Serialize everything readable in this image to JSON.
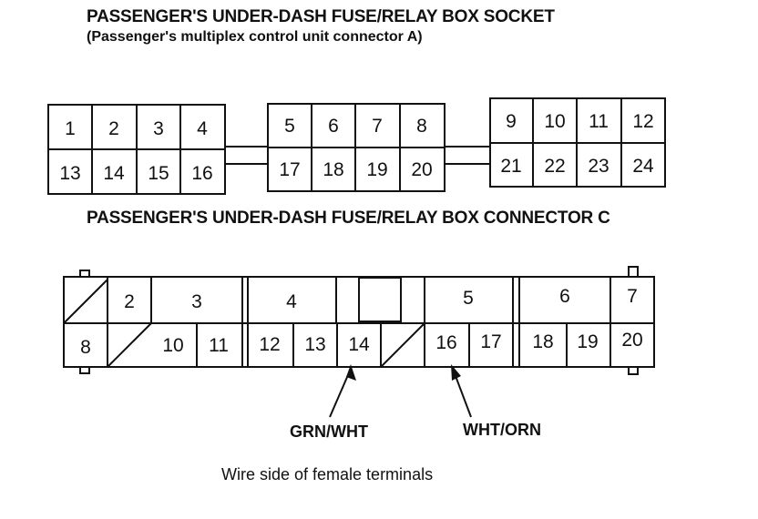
{
  "socket": {
    "title": "PASSENGER'S UNDER-DASH FUSE/RELAY BOX SOCKET",
    "subtitle": "(Passenger's multiplex control unit connector A)",
    "block1_top": [
      "1",
      "2",
      "3",
      "4"
    ],
    "block1_bottom": [
      "13",
      "14",
      "15",
      "16"
    ],
    "block2_top": [
      "5",
      "6",
      "7",
      "8"
    ],
    "block2_bottom": [
      "17",
      "18",
      "19",
      "20"
    ],
    "block3_top": [
      "9",
      "10",
      "11",
      "12"
    ],
    "block3_bottom": [
      "21",
      "22",
      "23",
      "24"
    ]
  },
  "connector": {
    "title": "PASSENGER'S UNDER-DASH FUSE/RELAY BOX CONNECTOR C",
    "top": [
      "2",
      "3",
      "4",
      "5",
      "6",
      "7"
    ],
    "bottom": [
      "8",
      "10",
      "11",
      "12",
      "13",
      "14",
      "16",
      "17",
      "18",
      "19",
      "20"
    ],
    "wire_left": "GRN/WHT",
    "wire_right": "WHT/ORN"
  },
  "caption": "Wire side of female terminals"
}
